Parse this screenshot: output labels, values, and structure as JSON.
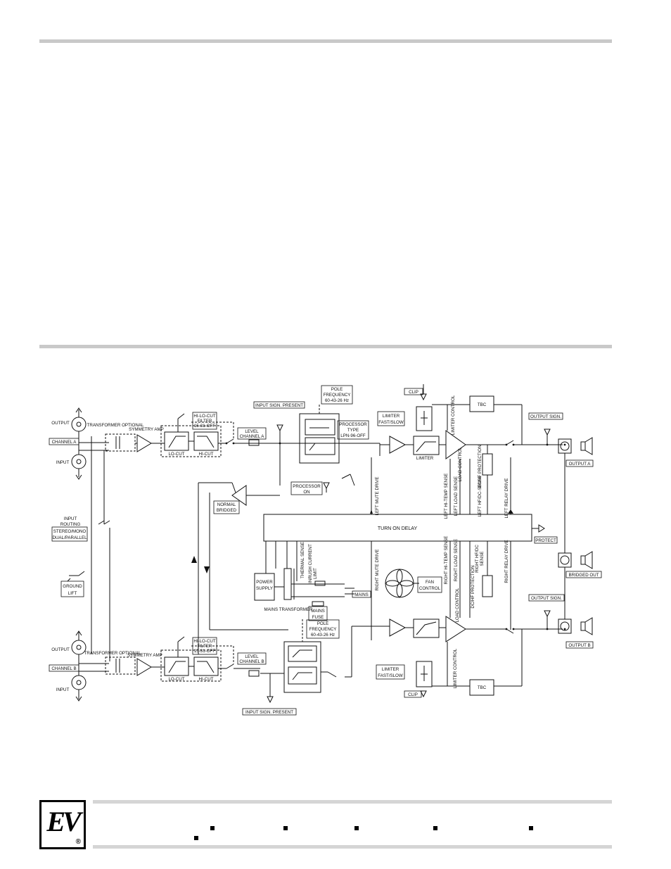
{
  "labels": {
    "channel_a": "CHANNEL A",
    "channel_b": "CHANNEL B",
    "output": "OUTPUT",
    "input": "INPUT",
    "transformer_optional": "TRANSFORMER OPTIONAL",
    "symmetry_amp": "SYMMETRY AMP",
    "lo_cut": "LO-CUT",
    "hi_cut": "HI-CUT",
    "filter_a": [
      "HI-LO-CUT",
      "FILTER",
      "15-31-OFF"
    ],
    "filter_b": [
      "HI-LO-CUT",
      "FILTER",
      "15-31-OFF"
    ],
    "level_a": [
      "LEVEL",
      "CHANNEL A"
    ],
    "level_b": [
      "LEVEL",
      "CHANNEL B"
    ],
    "input_sign_present": "INPUT SIGN. PRESENT",
    "pole_frequency_a": [
      "POLE",
      "FREQUENCY",
      "60-43-26 Hz"
    ],
    "pole_frequency_b": [
      "POLE",
      "FREQUENCY",
      "60-43-26 Hz"
    ],
    "processor_type": [
      "PROCESSOR",
      "TYPE",
      "LPN-96-OFF"
    ],
    "processor_on": [
      "PROCESSOR",
      "ON"
    ],
    "normal_bridged": [
      "NORMAL",
      "BRIDGED"
    ],
    "input_routing": [
      "INPUT",
      "ROUTING"
    ],
    "stereo_mono": [
      "STEREO/MONO",
      "DUAL/PARALLEL"
    ],
    "ground_lift": [
      "GROUND",
      "LIFT"
    ],
    "clip": "CLIP",
    "limiter_fast_slow": [
      "LIMITER",
      "FAST/SLOW"
    ],
    "limiter": "LIMITER",
    "tbc": "TBC",
    "turn_on_delay": "TURN ON DELAY",
    "protect": "PROTECT",
    "output_sign": "OUTPUT SIGN.",
    "output_a": "OUTPUT A",
    "output_b": "OUTPUT B",
    "bridged_out": "BRIDGED OUT",
    "power_supply": [
      "POWER",
      "SUPPLY"
    ],
    "mains_transformer": "MAINS TRANSFORMER",
    "mains": "MAINS",
    "mains_fuse": [
      "MAINS",
      "FUSE"
    ],
    "fan_control": [
      "FAN",
      "CONTROL"
    ],
    "thermal_sense": "THERMAL SENSE",
    "inrush_current_limit": [
      "INRUSH CURRENT",
      "LIMIT"
    ],
    "left_mute_drive": "LEFT MUTE DRIVE",
    "right_mute_drive": "RIGHT MUTE DRIVE",
    "limiter_control": "LIMITER CONTROL",
    "load_control": "LOAD CONTROL",
    "left_hi_temp_sense": "LEFT HI-TEMP SENSE",
    "left_load_sense": "LEFT LOAD SENSE",
    "left_hf_dc_sense": "LEFT HF/DC-SENSE",
    "left_relay_drive": "LEFT RELAY DRIVE",
    "right_hi_temp_sense": "RIGHT HI-TEMP SENSE",
    "right_load_sense": "RIGHT LOAD SENSE",
    "right_hf_dc_sense": [
      "RIGHT HF/DC",
      "SENSE"
    ],
    "right_relay_drive": "RIGHT RELAY DRIVE",
    "dc_hf_protection": "DC/HF PROTECTION"
  },
  "logo": {
    "text": "EV",
    "reg": "®"
  },
  "colors": {
    "rule": "#c9c9c9",
    "line": "#111111",
    "footer": "#d5d5d5"
  }
}
